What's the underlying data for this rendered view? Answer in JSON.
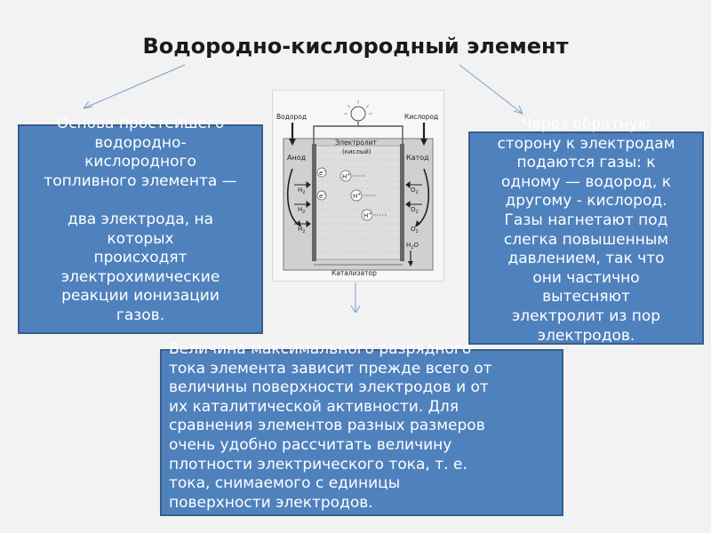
{
  "title": "Водородно-кислородный элемент",
  "left_box": {
    "lines": [
      "Основа простейшего",
      "водородно-",
      "кислородного",
      "топливного элемента —",
      "",
      "два электрода, на",
      "которых",
      "происходят",
      "электрохимические",
      "реакции ионизации",
      "газов."
    ]
  },
  "right_box": {
    "lines": [
      "Через обратную",
      "сторону к электродам",
      "подаются газы: к",
      "одному — водород, к",
      "другому - кислород.",
      "Газы нагнетают под",
      "слегка повышенным",
      "давлением, так что",
      "они частично",
      "вытесняют",
      "электролит из пор",
      "электродов."
    ]
  },
  "bottom_box": {
    "lines": [
      "Величина максимального разрядного",
      "тока элемента зависит прежде всего от",
      "величины поверхности электродов и от",
      "их каталитической активности. Для",
      "сравнения элементов разных размеров",
      "очень удобно рассчитать величину",
      "плотности электрического тока, т. е.",
      "тока, снимаемого с единицы",
      "поверхности электродов."
    ]
  },
  "diagram": {
    "hydrogen_label": "Водород",
    "oxygen_label": "Кислород",
    "electrolyte_label": "Электролит",
    "electrolyte_sub": "(кислый)",
    "anode_label": "Анод",
    "cathode_label": "Катод",
    "catalyst_label": "Катализатор",
    "h2": "H",
    "h2_sub": "2",
    "o2": "O",
    "o2_sub": "2",
    "h2o": "H",
    "h2o_sub": "2",
    "h2o_tail": "O",
    "electron": "e",
    "electron_sup": "−",
    "proton": "H",
    "proton_sup": "+"
  }
}
